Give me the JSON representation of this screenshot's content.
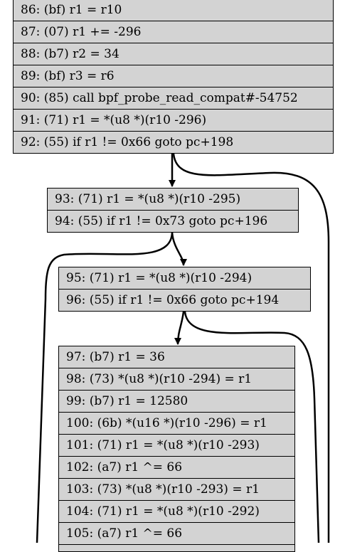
{
  "blocks": {
    "a": [
      "86: (bf) r1 = r10",
      "87: (07) r1 += -296",
      "88: (b7) r2 = 34",
      "89: (bf) r3 = r6",
      "90: (85) call bpf_probe_read_compat#-54752",
      "91: (71) r1 = *(u8 *)(r10 -296)",
      "92: (55) if r1 != 0x66 goto pc+198"
    ],
    "b": [
      "93: (71) r1 = *(u8 *)(r10 -295)",
      "94: (55) if r1 != 0x73 goto pc+196"
    ],
    "c": [
      "95: (71) r1 = *(u8 *)(r10 -294)",
      "96: (55) if r1 != 0x66 goto pc+194"
    ],
    "d": [
      "97: (b7) r1 = 36",
      "98: (73) *(u8 *)(r10 -294) = r1",
      "99: (b7) r1 = 12580",
      "100: (6b) *(u16 *)(r10 -296) = r1",
      "101: (71) r1 = *(u8 *)(r10 -293)",
      "102: (a7) r1 ^= 66",
      "103: (73) *(u8 *)(r10 -293) = r1",
      "104: (71) r1 = *(u8 *)(r10 -292)",
      "105: (a7) r1 ^= 66"
    ]
  },
  "colors": {
    "node_fill": "#d3d3d3",
    "stroke": "#000000"
  }
}
